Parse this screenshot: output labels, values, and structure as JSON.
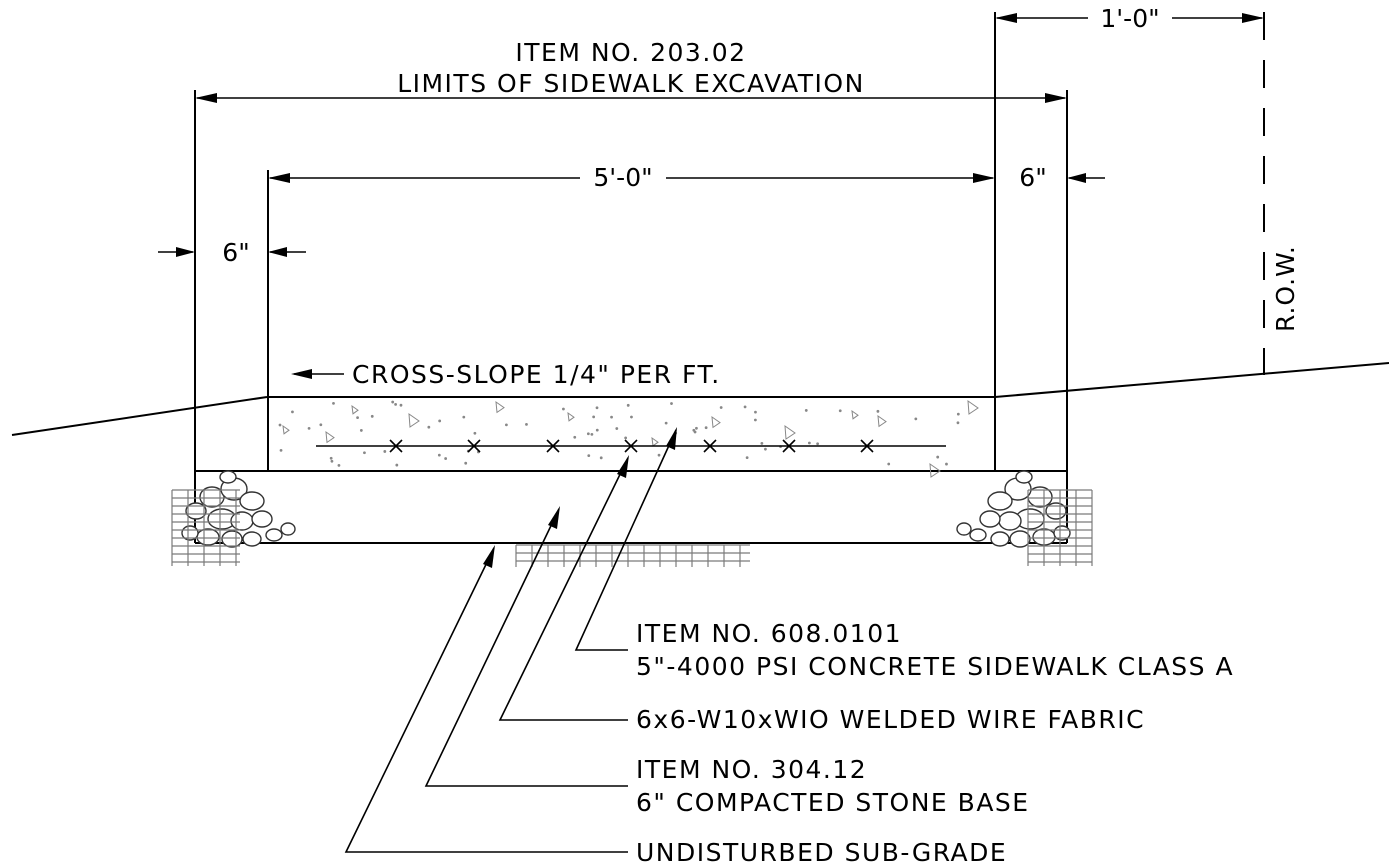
{
  "excavation": {
    "item": "ITEM NO. 203.02",
    "desc": "LIMITS OF SIDEWALK EXCAVATION"
  },
  "dimensions": {
    "width": "5'-0\"",
    "offset_left": "6\"",
    "offset_right": "6\"",
    "row_offset": "1'-0\""
  },
  "row_label": "R.O.W.",
  "cross_slope": "CROSS-SLOPE 1/4\" PER FT.",
  "callouts": {
    "concrete_item": "ITEM NO. 608.0101",
    "concrete_desc": "5\"-4000 PSI CONCRETE SIDEWALK CLASS A",
    "wire_fabric": "6x6-W10xWIO WELDED WIRE FABRIC",
    "stone_item": "ITEM NO. 304.12",
    "stone_desc": "6\" COMPACTED STONE BASE",
    "subgrade": "UNDISTURBED SUB-GRADE"
  }
}
